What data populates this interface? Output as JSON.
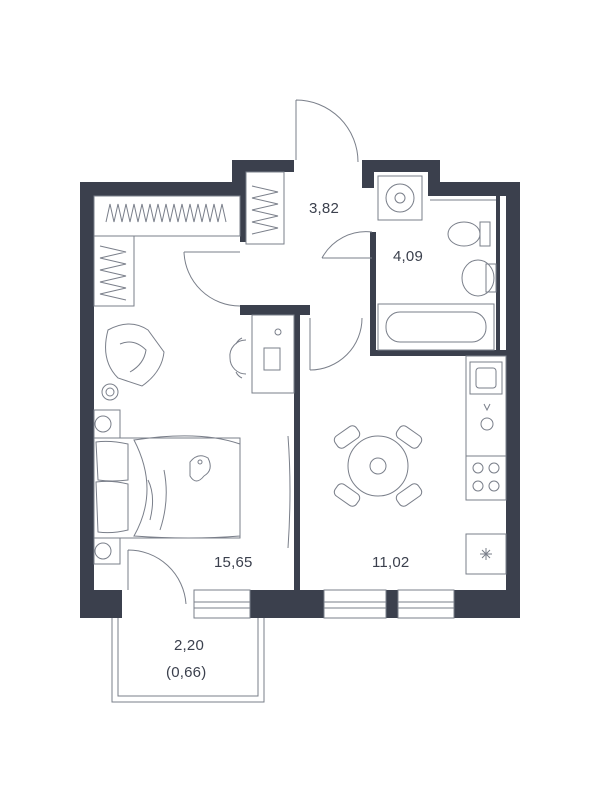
{
  "colors": {
    "wall": "#3b404d",
    "line": "#7a7f8a",
    "background": "#ffffff"
  },
  "rooms": {
    "hall": {
      "area": "3,82"
    },
    "bathroom": {
      "area": "4,09"
    },
    "bedroom": {
      "area": "15,65"
    },
    "kitchen": {
      "area": "11,02"
    },
    "balcony": {
      "area": "2,20",
      "reduced_area": "(0,66)"
    }
  },
  "icons": [
    "washing-machine-icon",
    "toilet-icon",
    "sink-icon",
    "bathtub-icon",
    "kitchen-sink-icon",
    "faucet-icon",
    "stove-icon",
    "fridge-icon",
    "armchair-icon",
    "desk-chair-icon",
    "bed-icon",
    "dog-icon",
    "plant-icon",
    "dining-table-icon"
  ]
}
